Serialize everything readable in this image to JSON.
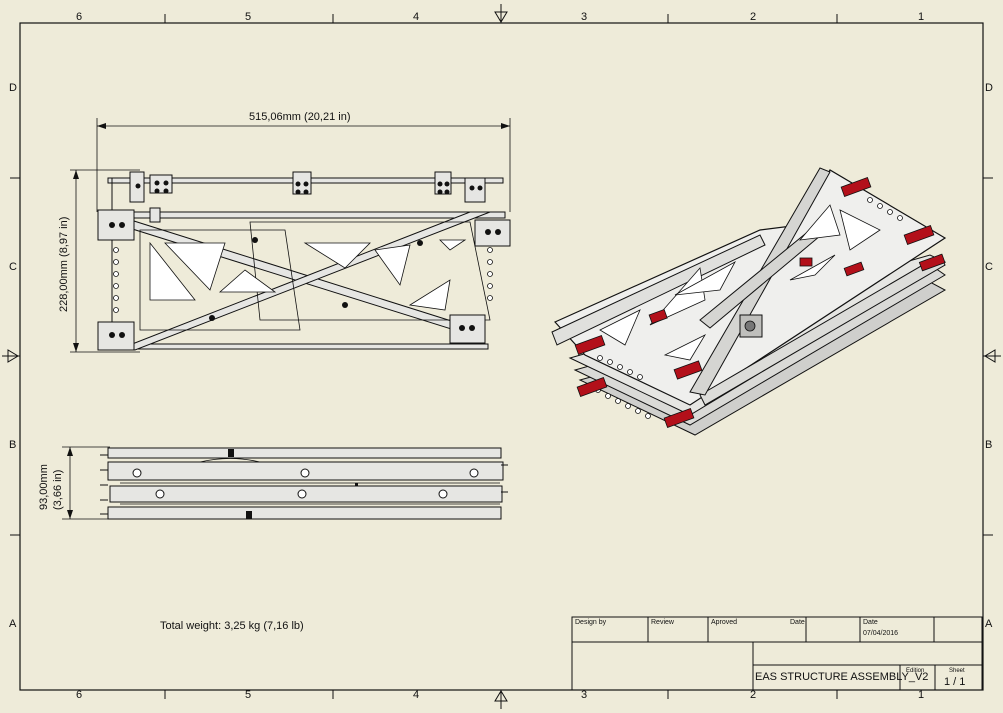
{
  "sheet": {
    "column_labels": [
      "6",
      "5",
      "4",
      "3",
      "2",
      "1"
    ],
    "row_labels": [
      "D",
      "C",
      "B",
      "A"
    ]
  },
  "views": {
    "front_width_dim": "515,06mm (20,21 in)",
    "front_height_dim": "228,00mm (8,97 in)",
    "bottom_height_dim_mm": "93,00mm",
    "bottom_height_dim_in": "(3,66 in)",
    "total_weight": "Total weight: 3,25 kg (7,16 lb)"
  },
  "title_block": {
    "design_by_label": "Design by",
    "review_label": "Review",
    "aproved_label": "Aproved",
    "date_label_1": "Date",
    "date_label_2": "Date",
    "date_value": "07/04/2016",
    "title": "EAS STRUCTURE ASSEMBLY_V2",
    "edition_label": "Edition",
    "sheet_label": "Sheet",
    "sheet_value": "1 / 1"
  },
  "colors": {
    "background": "#eeebd9",
    "line": "#111111",
    "part_fill": "#e6e6e3",
    "accent_red": "#b3101a"
  }
}
